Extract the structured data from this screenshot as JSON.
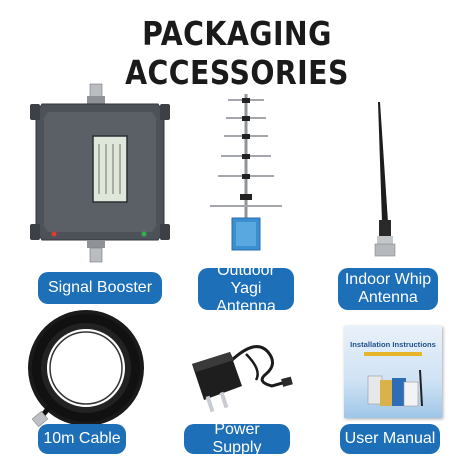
{
  "header": {
    "title": "PACKAGING ACCESSORIES"
  },
  "items": [
    {
      "label": "Signal Booster"
    },
    {
      "label_line1": "Outdoor Yagi",
      "label_line2": "Antenna"
    },
    {
      "label_line1": "Indoor Whip",
      "label_line2": "Antenna"
    },
    {
      "label": "10m Cable"
    },
    {
      "label": "Power Supply"
    },
    {
      "label": "User Manual"
    }
  ],
  "manual_cover": {
    "heading": "Installation Instructions"
  },
  "colors": {
    "label_bg": "#1d6fb8",
    "booster_body": "#4a4f55",
    "yagi_base": "#3a8fd0"
  }
}
